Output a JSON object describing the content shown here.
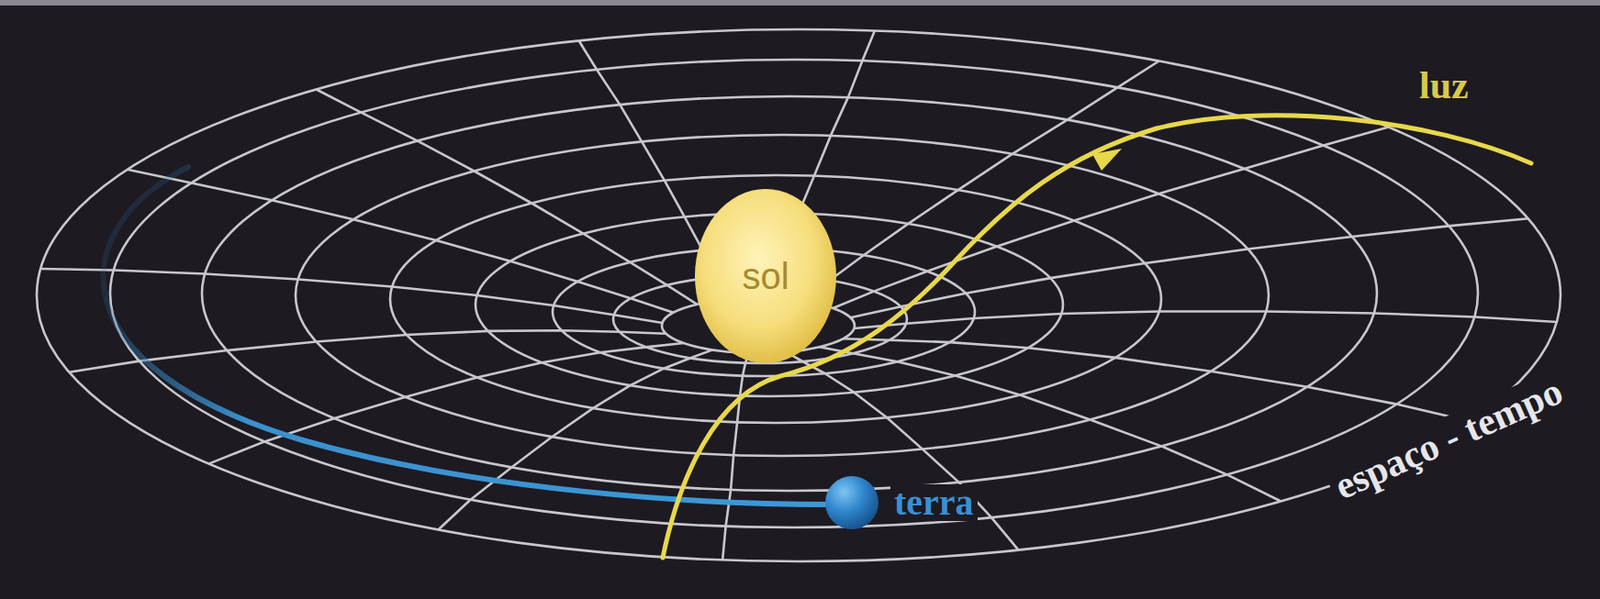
{
  "diagram": {
    "nodes": [
      {
        "text": [
          "sol"
        ]
      },
      {
        "text": [
          "terra"
        ]
      }
    ],
    "labels": [
      "luz",
      "espaço - tempo"
    ]
  }
}
